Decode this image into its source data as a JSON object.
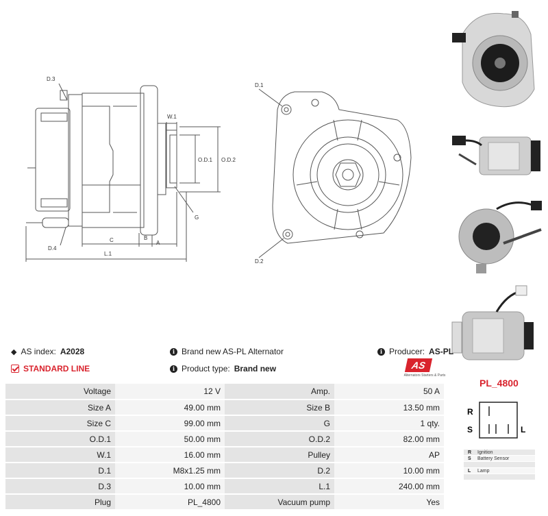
{
  "drawing": {
    "labels": {
      "d3": "D.3",
      "d4": "D.4",
      "d1": "D.1",
      "d2": "D.2",
      "w1": "W.1",
      "od1": "O.D.1",
      "od2": "O.D.2",
      "g": "G",
      "a": "A",
      "b": "B",
      "c": "C",
      "l1": "L.1"
    }
  },
  "info": {
    "as_index_label": "AS index:",
    "as_index_value": "A2028",
    "standard_line": "STANDARD LINE",
    "brand_text": "Brand new AS-PL Alternator",
    "product_type_label": "Product type:",
    "product_type_value": "Brand new",
    "producer_label": "Producer:",
    "producer_value": "AS-PL"
  },
  "logo": {
    "mark": "AS",
    "subtitle": "Alternators Starters & Parts"
  },
  "specs": [
    [
      "Voltage",
      "12 V",
      "Amp.",
      "50 A"
    ],
    [
      "Size A",
      "49.00 mm",
      "Size B",
      "13.50 mm"
    ],
    [
      "Size C",
      "99.00 mm",
      "G",
      "1 qty."
    ],
    [
      "O.D.1",
      "50.00 mm",
      "O.D.2",
      "82.00 mm"
    ],
    [
      "W.1",
      "16.00 mm",
      "Pulley",
      "AP"
    ],
    [
      "D.1",
      "M8x1.25 mm",
      "D.2",
      "10.00 mm"
    ],
    [
      "D.3",
      "10.00 mm",
      "L.1",
      "240.00 mm"
    ],
    [
      "Plug",
      "PL_4800",
      "Vacuum pump",
      "Yes"
    ]
  ],
  "plug": {
    "title": "PL_4800",
    "pin_r": "R",
    "pin_s": "S",
    "pin_l": "L",
    "legend": [
      {
        "key": "R",
        "value": "Ignition"
      },
      {
        "key": "S",
        "value": "Battery Sensor"
      },
      {
        "key": "",
        "value": ""
      },
      {
        "key": "L",
        "value": "Lamp"
      },
      {
        "key": "",
        "value": ""
      }
    ]
  },
  "colors": {
    "accent": "#d9232d",
    "label_bg": "#e4e4e4",
    "value_bg": "#f4f4f4"
  }
}
